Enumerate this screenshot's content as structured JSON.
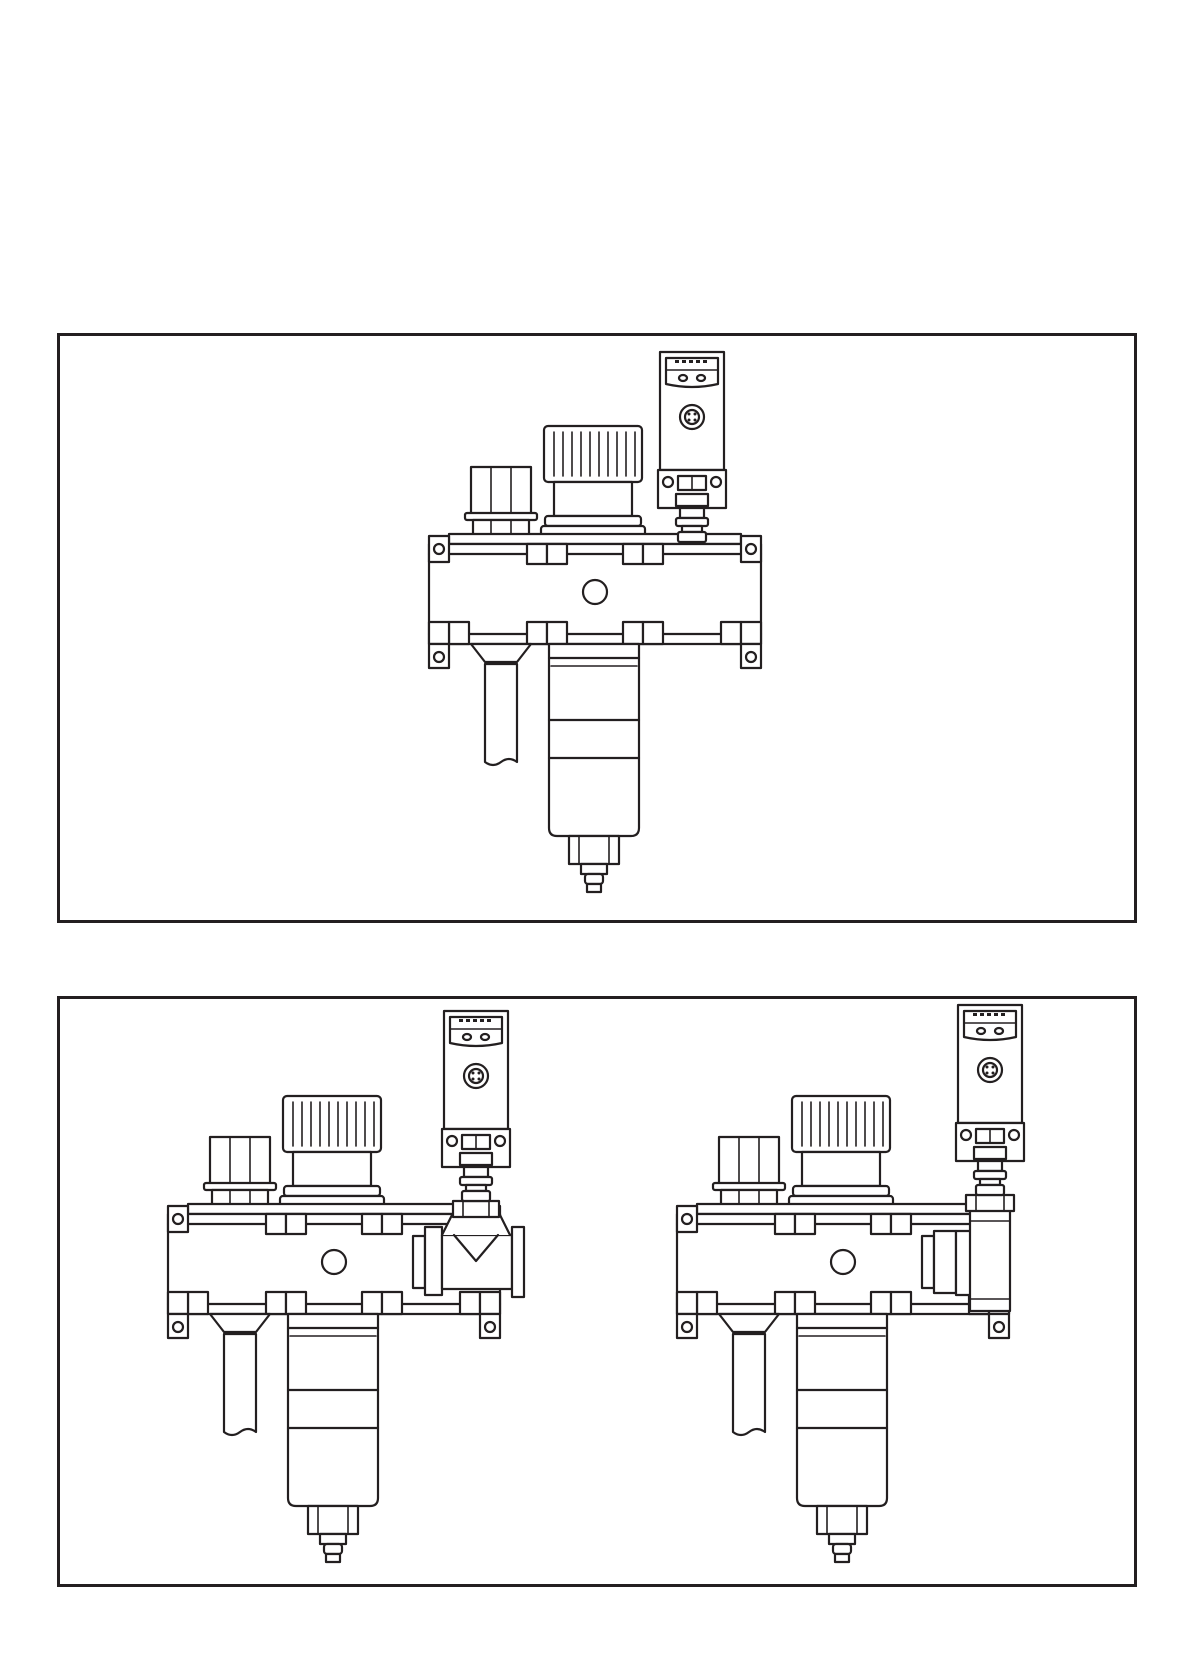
{
  "figure": {
    "panels": [
      {
        "id": "top",
        "variant": "sensor-mounted-directly-on-regulator-body"
      },
      {
        "id": "bottom",
        "variants": [
          "sensor-on-tee-adapter-left",
          "sensor-on-elbow-adapter-right"
        ]
      }
    ]
  },
  "colors": {
    "line": "#231f20",
    "background": "#ffffff"
  }
}
